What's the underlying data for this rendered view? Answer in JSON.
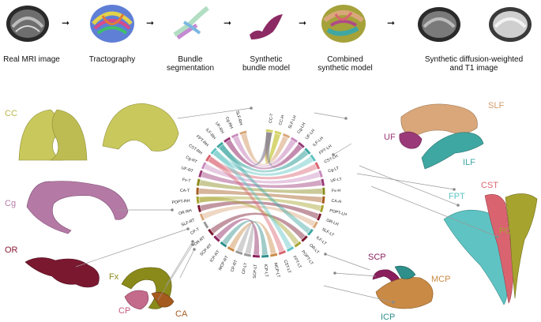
{
  "pipeline": {
    "steps": [
      {
        "label_lines": [
          "Real MRI image"
        ]
      },
      {
        "label_lines": [
          "Tractography"
        ]
      },
      {
        "label_lines": [
          "Bundle",
          "segmentation"
        ]
      },
      {
        "label_lines": [
          "Synthetic",
          "bundle model"
        ]
      },
      {
        "label_lines": [
          "Combined",
          "synthetic model"
        ]
      },
      {
        "label_lines": [
          "Synthetic diffusion-weighted",
          "and T1 image"
        ]
      }
    ]
  },
  "bundle_labels": {
    "cc": "CC",
    "cg": "Cg",
    "or": "OR",
    "fx": "Fx",
    "cp": "CP",
    "ca": "CA",
    "slf": "SLF",
    "uf": "UF",
    "ilf": "ILF",
    "cst": "CST",
    "fpt": "FPT",
    "popt": "POPT",
    "scp": "SCP",
    "mcp": "MCP",
    "icp": "ICP"
  },
  "chord_labels": [
    "CC-T",
    "CC-H",
    "SLF-LH",
    "Cg-LH",
    "UF-LH",
    "ILF-LH",
    "FPT-LH",
    "CST-LH",
    "Cg-LT",
    "UF-LT",
    "Fx-H",
    "CA-H",
    "POPT-LH",
    "OR-LH",
    "SLF-LT",
    "ILF-LT",
    "OR-LT",
    "POPT-LT",
    "FPT-LT",
    "CST-LT",
    "MCP-LT",
    "ICP-LT",
    "SCP-LT",
    "CP-LT",
    "CP-RT",
    "MCP-RT",
    "ICP-RT",
    "SCP-RT",
    "OR-RT",
    "CP-T",
    "SLF-RT",
    "OR-RH",
    "POPT-RH",
    "CA-T",
    "Fx-T",
    "UF-RT",
    "Cg-RT",
    "CST-RH",
    "FPT-RH",
    "ILF-RH",
    "UF-RH",
    "Cg-RH",
    "SLF-RH"
  ],
  "colors": {
    "cc": "#d4d36a",
    "cg": "#c98bbf",
    "slf": "#d9a77a",
    "ilf": "#3fa7a2",
    "uf": "#9b3a78",
    "cst": "#d96470",
    "fpt": "#5fc3c3",
    "popt": "#a7a32f",
    "or": "#7a1830",
    "scp": "#8a1f5d",
    "mcp": "#c98a45",
    "icp": "#2f8f8a",
    "fx": "#8a8a1a",
    "ca": "#a55a1f"
  }
}
